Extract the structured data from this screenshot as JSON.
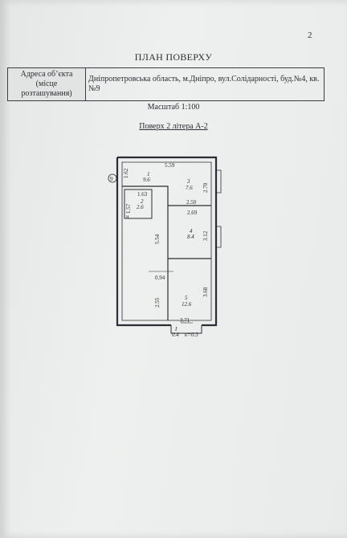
{
  "page": {
    "number": "2",
    "title": "ПЛАН ПОВЕРХУ"
  },
  "address": {
    "label": "Адреса об’єкта (місце розташування)",
    "value": "Дніпропетровська область, м.Дніпро, вул.Солідарності, буд.№4, кв.№9"
  },
  "scale": "Масштаб 1:100",
  "floor_label": "Поверх 2 літера А-2",
  "plan": {
    "rooms": [
      {
        "number": "1",
        "area": "9.6"
      },
      {
        "number": "2",
        "area": "2.6"
      },
      {
        "number": "3",
        "area": "7.6"
      },
      {
        "number": "4",
        "area": "8.4"
      },
      {
        "number": "5",
        "area": "12.6"
      },
      {
        "number": "I",
        "area": "0.4",
        "coefficient": "к=0.3"
      }
    ],
    "dimensions": {
      "top_width": "5.59",
      "room1_height": "1.62",
      "room3_height": "2.70",
      "room2_width": "1.63",
      "room2_height": "1.57",
      "room3_bottom_width": "2.50",
      "room4_width": "2.69",
      "room4_height": "3.12",
      "corridor_length": "5.54",
      "small_width": "0.94",
      "room5_left": "2.55",
      "room5_height": "3.68",
      "room5_bottom_width": "3.71"
    },
    "entrance_marker": "9",
    "symbol": "ч"
  }
}
